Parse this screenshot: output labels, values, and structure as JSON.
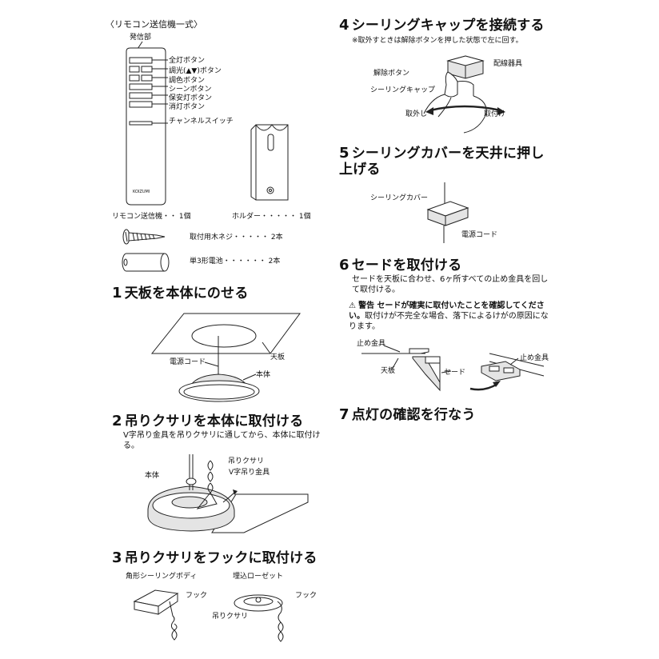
{
  "accessories": {
    "heading": "〈リモコン送信機一式〉",
    "emitter_label": "発信部",
    "button_labels": [
      "全灯ボタン",
      "調光(▲▼)ボタン",
      "調色ボタン",
      "シーンボタン",
      "保安灯ボタン",
      "消灯ボタン"
    ],
    "channel_switch": "チャンネルスイッチ",
    "remote_count": "リモコン送信機・・ 1個",
    "holder_count": "ホルダー・・・・・ 1個",
    "screw_count": "取付用木ネジ・・・・・ 2本",
    "battery_count": "単3形電池・・・・・・ 2本"
  },
  "steps": [
    {
      "num": "1",
      "title": "天板を本体にのせる",
      "labels": {
        "top_plate": "天板",
        "cord": "電源コード",
        "body": "本体"
      }
    },
    {
      "num": "2",
      "title": "吊りクサリを本体に取付ける",
      "text": "V字吊り金具を吊りクサリに通してから、本体に取付ける。",
      "labels": {
        "body": "本体",
        "chain": "吊りクサリ",
        "v_hanger": "V字吊り金具"
      }
    },
    {
      "num": "3",
      "title": "吊りクサリをフックに取付ける",
      "labels": {
        "square_body": "角形シーリングボディ",
        "rosette": "埋込ローゼット",
        "hook1": "フック",
        "hook2": "フック",
        "chain": "吊りクサリ"
      }
    },
    {
      "num": "4",
      "title": "シーリングキャップを接続する",
      "note": "※取外すときは解除ボタンを押した状態で左に回す。",
      "labels": {
        "fixture": "配線器具",
        "release": "解除ボタン",
        "cap": "シーリングキャップ",
        "remove": "取外し",
        "attach": "取付け"
      }
    },
    {
      "num": "5",
      "title": "シーリングカバーを天井に押し上げる",
      "labels": {
        "cover": "シーリングカバー",
        "cord": "電源コード"
      }
    },
    {
      "num": "6",
      "title": "セードを取付ける",
      "text": "セードを天板に合わせ、6ヶ所すべての止め金具を回して取付ける。",
      "warning_label": "警告",
      "warning_bold": "セードが確実に取付いたことを確認してください。",
      "warning_rest": "取付けが不完全な場合、落下によるけがの原因になります。",
      "labels": {
        "stop1": "止め金具",
        "top_plate": "天板",
        "shade": "セード",
        "stop2": "止め金具"
      }
    },
    {
      "num": "7",
      "title": "点灯の確認を行なう"
    }
  ],
  "remote_brand": "KOIZUMI"
}
